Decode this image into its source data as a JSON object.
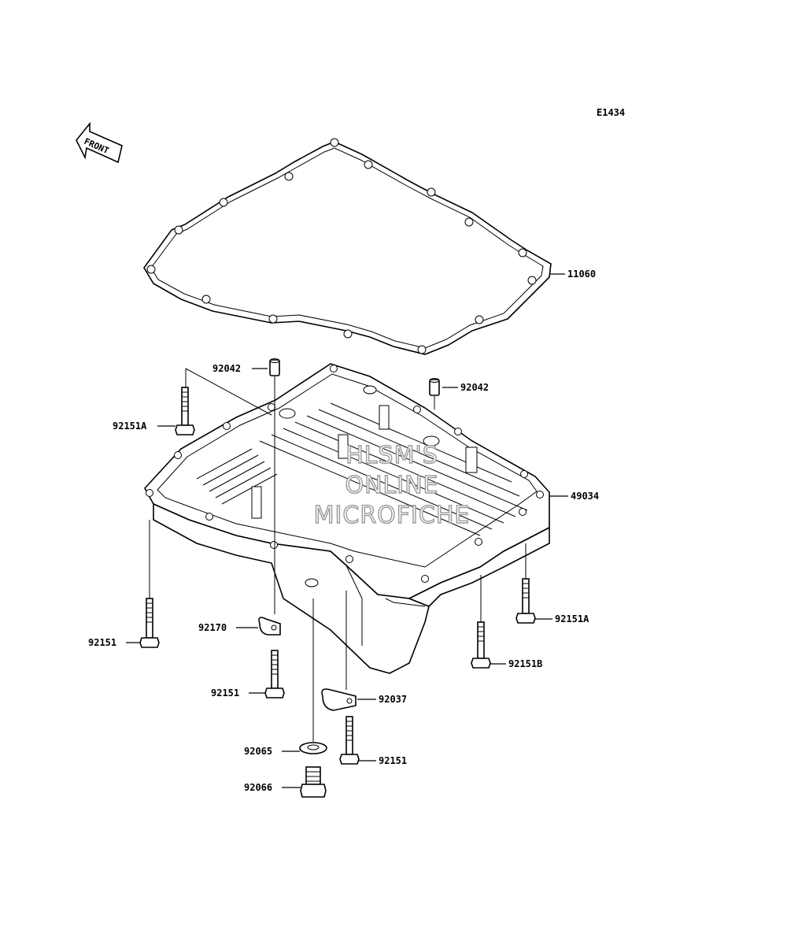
{
  "diagram_code": "E1434",
  "front_arrow_label": "FRONT",
  "watermark": [
    "HLSM'S",
    "ONLINE",
    "MICROFICHE"
  ],
  "callouts": [
    {
      "id": "gasket",
      "label": "11060"
    },
    {
      "id": "dowel-left",
      "label": "92042"
    },
    {
      "id": "dowel-right",
      "label": "92042"
    },
    {
      "id": "oil-pan",
      "label": "49034"
    },
    {
      "id": "bolt-a-left",
      "label": "92151A"
    },
    {
      "id": "bolt-a-right",
      "label": "92151A"
    },
    {
      "id": "bolt-b",
      "label": "92151B"
    },
    {
      "id": "bolt-left",
      "label": "92151"
    },
    {
      "id": "bolt-center",
      "label": "92151"
    },
    {
      "id": "bolt-clamp",
      "label": "92151"
    },
    {
      "id": "clamp-left",
      "label": "92170"
    },
    {
      "id": "clamp-right",
      "label": "92037"
    },
    {
      "id": "washer",
      "label": "92065"
    },
    {
      "id": "drain-plug",
      "label": "92066"
    }
  ]
}
